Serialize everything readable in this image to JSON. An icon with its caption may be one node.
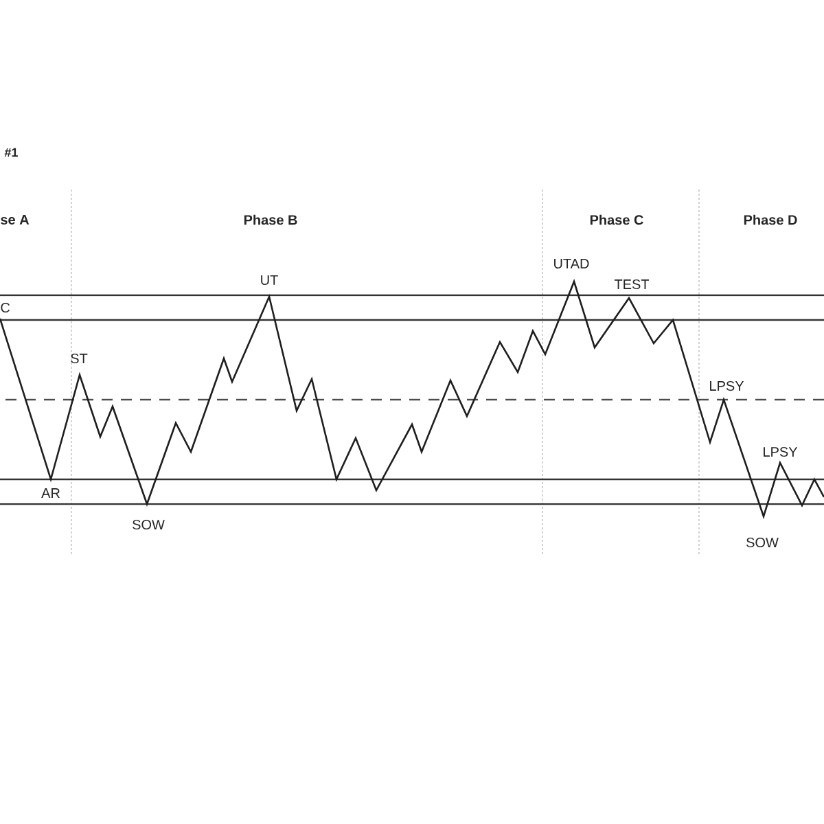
{
  "diagram": {
    "title": "#1",
    "labels": [
      "se A",
      "Phase B",
      "Phase C",
      "Phase D",
      "UTAD",
      "UT",
      "TEST",
      "C",
      "ST",
      "LPSY",
      "LPSY",
      "AR",
      "SOW",
      "SOW"
    ]
  }
}
